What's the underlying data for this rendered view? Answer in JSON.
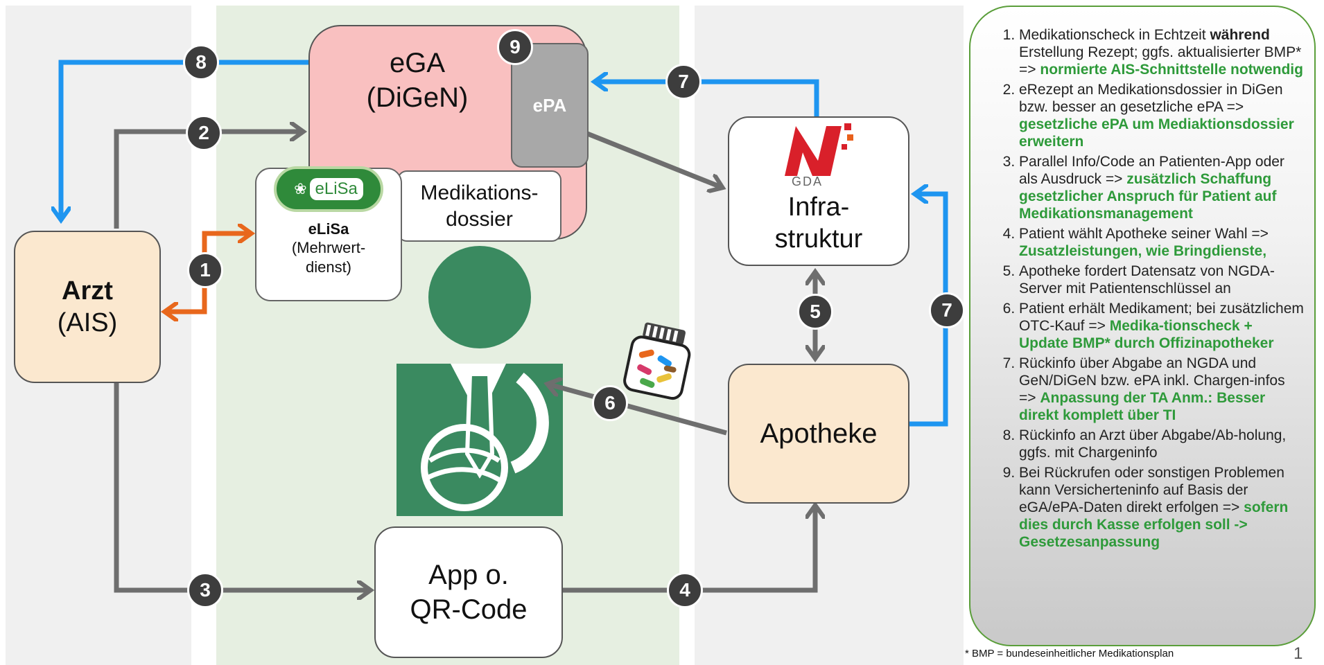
{
  "nodes": {
    "arzt": {
      "title": "Arzt",
      "sub": "(AIS)"
    },
    "ega": {
      "line1": "eGA",
      "line2": "(DiGeN)"
    },
    "epa": {
      "label": "ePA"
    },
    "medikationsdossier": {
      "line1": "Medikations-",
      "line2": "dossier"
    },
    "elisa": {
      "logo_text": "eLiSa",
      "title": "eLiSa",
      "line1": "(Mehrwert-",
      "line2": "dienst)"
    },
    "infrastruktur": {
      "logo_text": "GDA",
      "line1": "Infra-",
      "line2": "struktur"
    },
    "apotheke": {
      "label": "Apotheke"
    },
    "app": {
      "line1": "App o.",
      "line2": "QR-Code"
    }
  },
  "step_badges": [
    "1",
    "2",
    "3",
    "4",
    "5",
    "6",
    "7",
    "7",
    "8",
    "9"
  ],
  "colors": {
    "blue": "#1e95f0",
    "gray": "#6e6e6e",
    "orange": "#e8671c",
    "green_text": "#2e9a3a",
    "ega_fill": "#f9c0c0",
    "node_fill": "#fbe8cf",
    "person": "#3a8a60"
  },
  "notes": [
    {
      "plain": "Medikationscheck in Echtzeit ",
      "bold": "während",
      "plain2": " Erstellung Rezept; ggfs. aktualisierter BMP* => ",
      "green": "normierte AIS-Schnittstelle notwendig"
    },
    {
      "plain": "eRezept an Medikationsdossier in DiGen bzw. besser an gesetzliche ePA => ",
      "green": "gesetzliche ePA um Mediaktionsdossier erweitern"
    },
    {
      "plain": "Parallel Info/Code an Patienten-App oder als Ausdruck => ",
      "green": "zusätzlich Schaffung gesetzlicher Anspruch für Patient auf Medikationsmanagement"
    },
    {
      "plain": "Patient wählt Apotheke seiner Wahl => ",
      "green": "Zusatzleistungen, wie Bringdienste,"
    },
    {
      "plain": "Apotheke fordert Datensatz von NGDA-Server  mit Patientenschlüssel an",
      "green": ""
    },
    {
      "plain": "Patient erhält Medikament; bei zusätzlichem OTC-Kauf => ",
      "green": "Medika-tionscheck + Update BMP* durch Offizinapotheker"
    },
    {
      "plain": "Rückinfo über Abgabe an NGDA und GeN/DiGeN bzw. ePA inkl. Chargen-infos => ",
      "green": "Anpassung der TA Anm.: Besser direkt komplett über TI"
    },
    {
      "plain": "Rückinfo an Arzt über Abgabe/Ab-holung, ggfs. mit Chargeninfo",
      "green": ""
    },
    {
      "plain": "Bei Rückrufen oder sonstigen Problemen kann Versicherteninfo auf Basis der eGA/ePA-Daten direkt erfolgen => ",
      "green": "sofern dies durch Kasse erfolgen soll -> Gesetzesanpassung"
    }
  ],
  "footnote": "* BMP = bundeseinheitlicher Medikationsplan",
  "page_number": "1"
}
